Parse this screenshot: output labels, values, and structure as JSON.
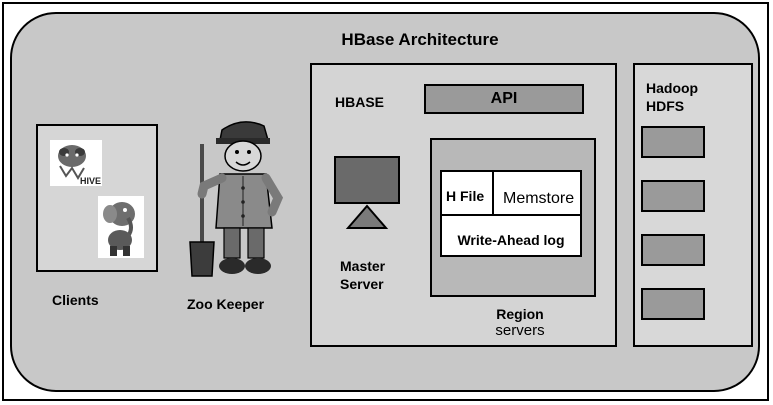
{
  "diagram": {
    "title": "HBase Architecture",
    "clients": {
      "label": "Clients"
    },
    "zookeeper": {
      "label": "Zoo Keeper"
    },
    "hbase": {
      "label": "HBASE",
      "api_label": "API",
      "master": {
        "line1": "Master",
        "line2": "Server"
      },
      "region": {
        "hfile": "H File",
        "memstore": "Memstore",
        "wal": "Write-Ahead log",
        "line1": "Region",
        "line2": "servers"
      }
    },
    "hdfs": {
      "line1": "Hadoop",
      "line2": "HDFS",
      "block_count": 4
    },
    "logos": {
      "hive_text": "HIVE"
    }
  }
}
